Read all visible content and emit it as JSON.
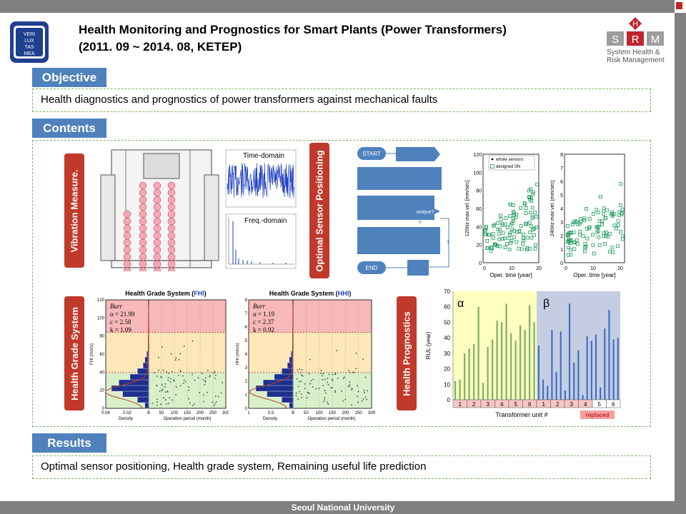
{
  "header": {
    "title_line1": "Health Monitoring  and Prognostics  for Smart Plants (Power Transformers)",
    "title_line2": "(2011. 09 ~ 2014. 08, KETEP)"
  },
  "logo_left": {
    "text_rows": [
      "VERI",
      "LUX",
      "TAS",
      "MEA"
    ]
  },
  "logo_right": {
    "letters": [
      "S",
      "H",
      "R",
      "M"
    ],
    "caption_line1": "System Health &",
    "caption_line2": "Risk Management"
  },
  "objective": {
    "label": "Objective",
    "text": "Health diagnostics and prognostics of power transformers against mechanical faults"
  },
  "contents": {
    "label": "Contents",
    "vibration_label": "Vibration Measure.",
    "sensor_label": "Optimal Sensor Positioning",
    "health_label": "Health Grade System",
    "prognostics_label": "Health Prognostics",
    "time_domain": "Time-domain",
    "freq_domain": "Freq.-domain",
    "flowchart": {
      "start": "START",
      "end": "END",
      "unique": "unique?",
      "f": "F",
      "t": "T"
    },
    "scatter1": {
      "ylabel": "120Hz max.vel. [mm/sec]",
      "xlabel": "Oper. time [year]",
      "legend1": "whole sensors",
      "legend2": "designed SN",
      "yticks": [
        "0",
        "20",
        "40",
        "60",
        "80",
        "100",
        "120"
      ],
      "xticks": [
        "0",
        "10",
        "20"
      ]
    },
    "scatter2": {
      "ylabel": "240Hz max.vel. [mm/sec]",
      "xlabel": "Oper. time [year]",
      "yticks": [
        "0",
        "1",
        "2",
        "3",
        "4",
        "5",
        "6",
        "7",
        "8"
      ],
      "xticks": [
        "0",
        "10",
        "20"
      ]
    },
    "fhi": {
      "title_prefix": "Health Grade System (",
      "title_key": "FHI",
      "title_suffix": ")",
      "burr": "Burr",
      "alpha": "α = 21.99",
      "c": "c = 2.58",
      "k": "k = 1.09",
      "ylabel": "FHI (mm/s)",
      "yticks": [
        "0",
        "20",
        "40",
        "60",
        "80",
        "100",
        "120"
      ],
      "xdens": [
        "0.04",
        "0.02",
        "0"
      ],
      "xop": [
        "0",
        "50",
        "100",
        "150",
        "200",
        "250",
        "300"
      ],
      "xlabel_dens": "Density",
      "xlabel_op": "Operation period (month)"
    },
    "hhi": {
      "title_prefix": "Health Grade System (",
      "title_key": "HHI",
      "title_suffix": ")",
      "burr": "Burr",
      "alpha": "α = 1.19",
      "c": "c = 2.37",
      "k": "k = 0.92",
      "ylabel": "HHI (mm/s)",
      "yticks": [
        "0",
        "1",
        "2",
        "3",
        "4",
        "5",
        "6",
        "7",
        "8"
      ],
      "xdens": [
        "1",
        "0.5",
        "0"
      ],
      "xop": [
        "0",
        "50",
        "100",
        "150",
        "200",
        "250",
        "300"
      ],
      "xlabel_dens": "Density",
      "xlabel_op": "Operation period (month)"
    },
    "rul": {
      "ylabel": "RUL (year)",
      "xlabel": "Transformer unit #",
      "alpha": "α",
      "beta": "β",
      "replaced": "replaced",
      "yticks": [
        "0",
        "10",
        "20",
        "30",
        "40",
        "50",
        "60",
        "70"
      ],
      "units_alpha": [
        "1",
        "2",
        "3",
        "4",
        "5",
        "6"
      ],
      "units_beta": [
        "1",
        "2",
        "3",
        "4",
        "5",
        "6"
      ]
    }
  },
  "chart_data": [
    {
      "type": "bar",
      "title": "",
      "xlabel": "Transformer unit #",
      "ylabel": "RUL (year)",
      "ylim": [
        0,
        70
      ],
      "series": [
        {
          "name": "α",
          "values": [
            12,
            13,
            30,
            33,
            36,
            60,
            11,
            34,
            39,
            51,
            50,
            62,
            43,
            38,
            48,
            45,
            61,
            50
          ]
        },
        {
          "name": "β",
          "values": [
            35,
            13,
            9,
            45,
            18,
            44,
            6,
            62,
            24,
            32,
            3,
            41,
            38,
            42,
            8,
            46,
            58,
            39,
            40
          ]
        }
      ],
      "grid": false
    }
  ],
  "results": {
    "label": "Results",
    "text": "Optimal sensor positioning, Health grade system, Remaining useful life prediction"
  },
  "footer": {
    "text": "Seoul National University"
  },
  "colors": {
    "badge": "#4f81bd",
    "accent_red": "#c0392b",
    "dash_green": "#7db36b",
    "alpha_bg": "#ffffc0",
    "beta_bg": "#c5cde3"
  }
}
